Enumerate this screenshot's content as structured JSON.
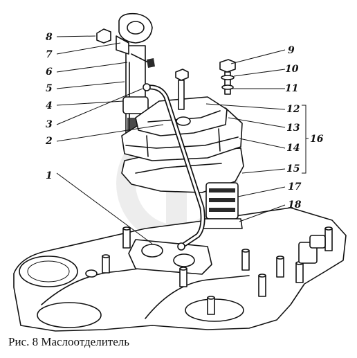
{
  "figure": {
    "caption": "Рис. 8 Маслоотделитель",
    "watermark": "drive2parts",
    "callouts": [
      {
        "id": "c1",
        "label": "1"
      },
      {
        "id": "c2",
        "label": "2"
      },
      {
        "id": "c3",
        "label": "3"
      },
      {
        "id": "c4",
        "label": "4"
      },
      {
        "id": "c5",
        "label": "5"
      },
      {
        "id": "c6",
        "label": "6"
      },
      {
        "id": "c7",
        "label": "7"
      },
      {
        "id": "c8",
        "label": "8"
      },
      {
        "id": "c9",
        "label": "9"
      },
      {
        "id": "c10",
        "label": "10"
      },
      {
        "id": "c11",
        "label": "11"
      },
      {
        "id": "c12",
        "label": "12"
      },
      {
        "id": "c13",
        "label": "13"
      },
      {
        "id": "c14",
        "label": "14"
      },
      {
        "id": "c15",
        "label": "15"
      },
      {
        "id": "c16",
        "label": "16"
      },
      {
        "id": "c17",
        "label": "17"
      },
      {
        "id": "c18",
        "label": "18"
      }
    ]
  }
}
